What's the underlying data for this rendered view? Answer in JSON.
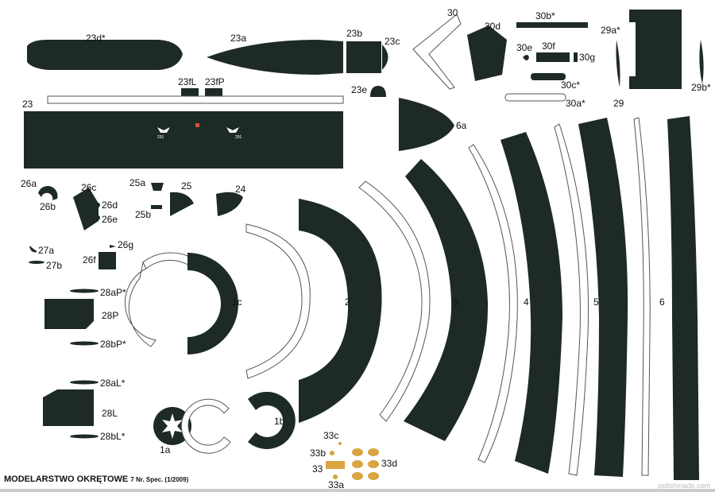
{
  "labels": {
    "p23d": "23d*",
    "p23a": "23a",
    "p23b": "23b",
    "p23c": "23c",
    "p30": "30",
    "p30b": "30b*",
    "p30d": "30d",
    "p29a": "29a*",
    "p30e": "30e",
    "p30f": "30f",
    "p30g": "30g",
    "p30c": "30c*",
    "p30a": "30a*",
    "p29": "29",
    "p29b": "29b*",
    "p23fL": "23fL",
    "p23fP": "23fP",
    "p23e": "23e",
    "p23": "23",
    "p6a": "6a",
    "p26a": "26a",
    "p26b": "26b",
    "p26c": "26c",
    "p26d": "26d",
    "p26e": "26e",
    "p25a": "25a",
    "p25": "25",
    "p25b": "25b",
    "p24": "24",
    "p27a": "27a",
    "p26g": "26g",
    "p26f": "26f",
    "p27b": "27b",
    "p28aP": "28aP*",
    "p28P": "28P",
    "p28bP": "28bP*",
    "p28aL": "28aL*",
    "p28L": "28L",
    "p28bL": "28bL*",
    "p1c": "1c",
    "p2": "2",
    "p3": "3",
    "p4": "4",
    "p5": "5",
    "p6": "6",
    "p1b": "1b",
    "p1a": "1a",
    "p33c": "33c",
    "p33b": "33b",
    "p33d": "33d",
    "p33": "33",
    "p33a": "33a"
  },
  "hull_marking": "291",
  "footer": {
    "title": "MODELARSTWO OKRĘTOWE",
    "issue": "7 Nr. Spec. (1/2009)"
  },
  "watermark": "polishmade.com",
  "colors": {
    "part": "#1d2a25",
    "brass": "#d9a441"
  }
}
